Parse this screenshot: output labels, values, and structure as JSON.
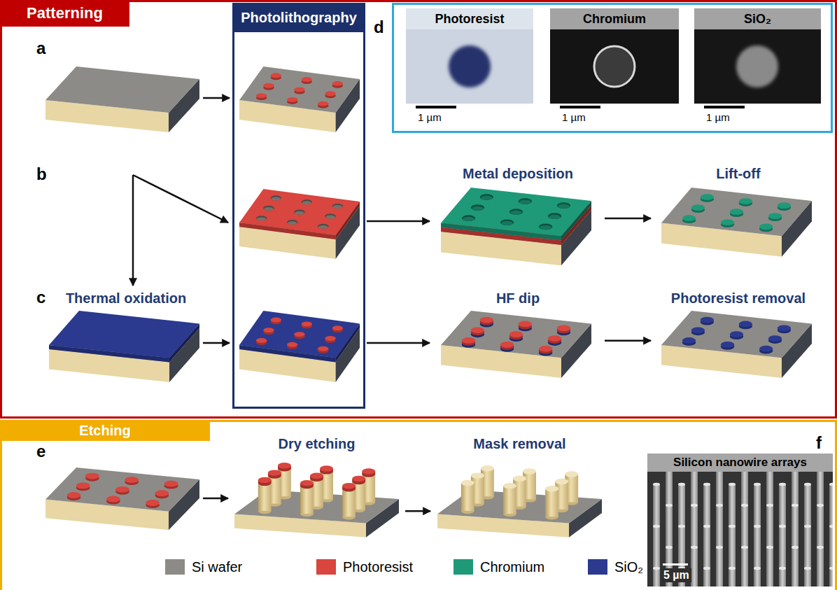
{
  "diagram": {
    "nodes": [
      {
        "text": [
          "Patterning"
        ]
      },
      {
        "text": [
          "Photolithography"
        ],
        "in": 0
      },
      {
        "text": [
          "d"
        ],
        "in": 0
      },
      {
        "text": [
          "Photoresist",
          "1 µm"
        ],
        "in": 2
      },
      {
        "text": [
          "Chromium",
          "1 µm"
        ],
        "in": 2
      },
      {
        "text": [
          "SiO₂",
          "1 µm"
        ],
        "in": 2
      },
      {
        "text": [
          "Metal deposition"
        ],
        "in": 0
      },
      {
        "text": [
          "Lift-off"
        ],
        "in": 0
      },
      {
        "text": [
          "Thermal oxidation"
        ],
        "in": 0
      },
      {
        "text": [
          "HF dip"
        ],
        "in": 0
      },
      {
        "text": [
          "Photoresist removal"
        ],
        "in": 0
      },
      {
        "text": [
          "Etching"
        ]
      },
      {
        "text": [
          "Dry etching"
        ],
        "in": 11
      },
      {
        "text": [
          "Mask removal"
        ],
        "in": 11
      },
      {
        "text": [
          "Silicon nanowire arrays",
          "5 µm"
        ],
        "in": 11
      }
    ],
    "edges": [
      {
        "from": 6,
        "to": 7,
        "arrow": "to"
      },
      {
        "from": 9,
        "to": 10,
        "arrow": "to"
      },
      {
        "from": 12,
        "to": 13,
        "arrow": "to"
      }
    ],
    "labels": [
      "a",
      "b",
      "c",
      "e",
      "f"
    ],
    "legend": [
      {
        "text": "Si wafer",
        "color": "#8d8b87"
      },
      {
        "text": "Photoresist",
        "color": "#d9453f"
      },
      {
        "text": "Chromium",
        "color": "#1e9a78"
      },
      {
        "text": "SiO₂",
        "color": "#2b3a8f"
      }
    ]
  }
}
